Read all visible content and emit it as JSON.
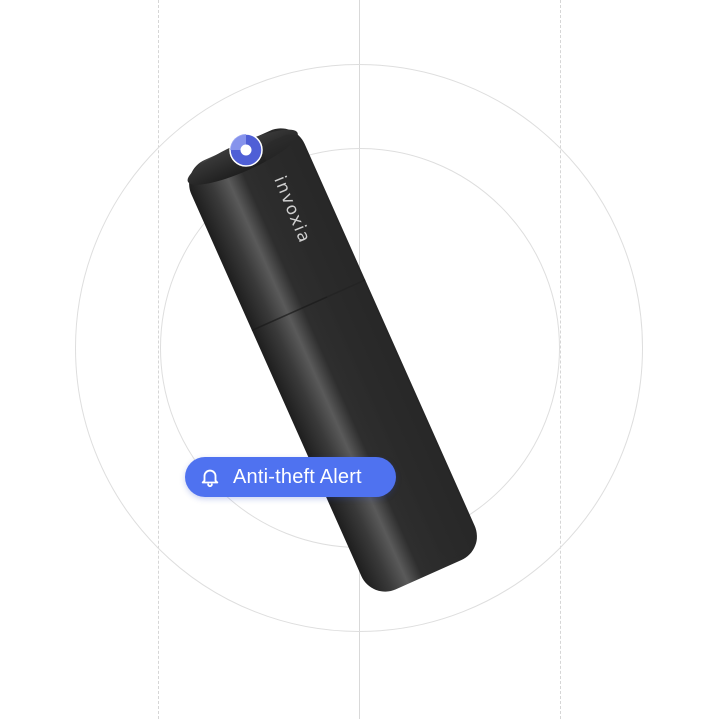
{
  "product": {
    "brand_text": "invoxia",
    "description": "Black rectangular GPS tracker device with blue location indicator",
    "colors": {
      "device_body": "#2b2b2b",
      "accent": "#4f72f0",
      "background": "#ffffff",
      "guide_lines": "#d9d9d9"
    }
  },
  "alert_badge": {
    "icon": "bell-icon",
    "label": "Anti-theft Alert"
  },
  "indicator": {
    "icon": "location-pulse-icon"
  }
}
